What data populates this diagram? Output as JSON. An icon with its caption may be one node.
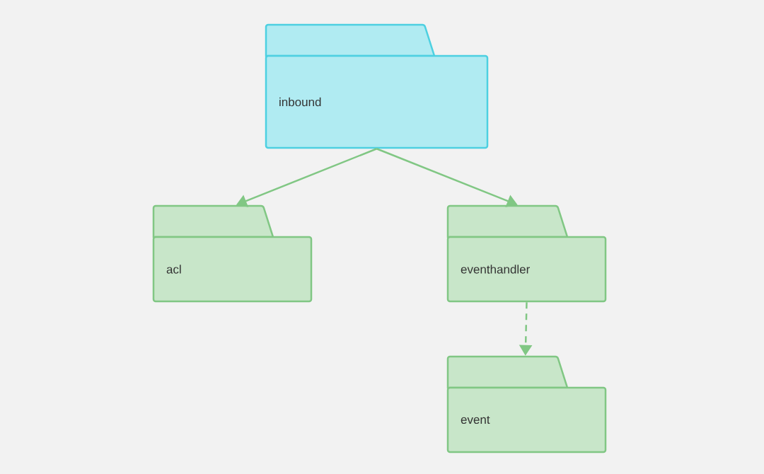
{
  "diagram": {
    "nodes": [
      {
        "text": [
          "inbound"
        ]
      },
      {
        "text": [
          "acl"
        ]
      },
      {
        "text": [
          "eventhandler"
        ]
      },
      {
        "text": [
          "event"
        ]
      }
    ],
    "edges": [
      {
        "from": 0,
        "to": 1,
        "arrow": "to"
      },
      {
        "from": 0,
        "to": 2,
        "arrow": "to"
      },
      {
        "from": 2,
        "to": 3,
        "arrow": "to",
        "style": "dashed"
      }
    ]
  }
}
